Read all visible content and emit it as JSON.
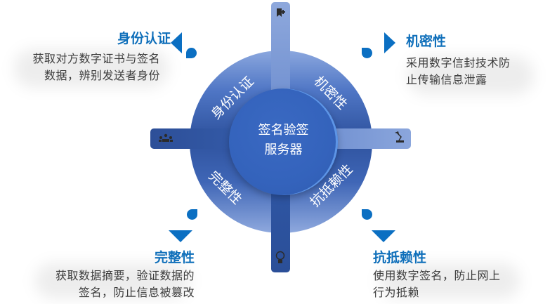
{
  "center": {
    "line1": "签名验签",
    "line2": "服务器"
  },
  "ring_labels": {
    "top_left": "身份认证",
    "top_right": "机密性",
    "bottom_left": "完整性",
    "bottom_right": "抗抵赖性"
  },
  "features": [
    {
      "title": "身份认证",
      "desc_line1": "获取对方数字证书与签名",
      "desc_line2": "数据，辨别发送者身份"
    },
    {
      "title": "机密性",
      "desc_line1": "采用数字信封技术防",
      "desc_line2": "止传输信息泄露"
    },
    {
      "title": "完整性",
      "desc_line1": "获取数据摘要，验证数据的",
      "desc_line2": "签名，防止信息被篡改"
    },
    {
      "title": "抗抵赖性",
      "desc_line1": "使用数字签名，防止网上",
      "desc_line2": "行为抵赖"
    }
  ],
  "bar_icons": {
    "top": "bookmark-add-icon",
    "left": "team-meeting-icon",
    "right": "desk-lamp-icon",
    "bottom": "lightbulb-icon"
  },
  "colors": {
    "accent": "#0b6fc2",
    "ring_dark": "#2e529e",
    "ring_light": "#8ba7de",
    "center": "#3463bc"
  }
}
